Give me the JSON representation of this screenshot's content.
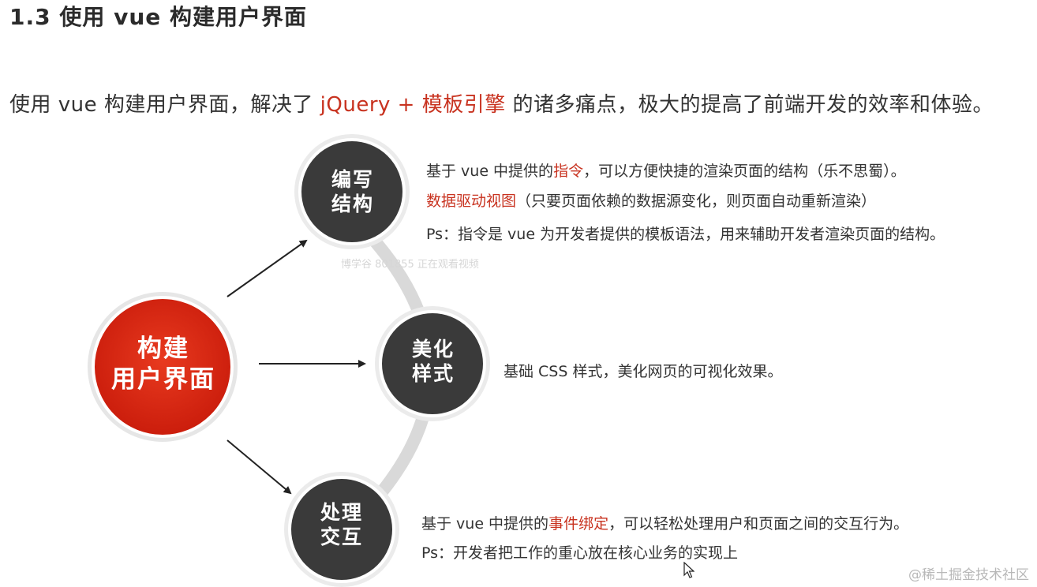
{
  "title": "1.3 使用 vue 构建用户界面",
  "intro": {
    "before": "使用 vue 构建用户界面，解决了 ",
    "highlight": "jQuery + 模板引擎",
    "after": " 的诸多痛点，极大的提高了前端开发的效率和体验。"
  },
  "main_node": {
    "line1": "构建",
    "line2": "用户界面"
  },
  "nodes": [
    {
      "line1": "编写",
      "line2": "结构",
      "desc": [
        {
          "before": "基于 vue 中提供的",
          "highlight": "指令",
          "after": "，可以方便快捷的渲染页面的结构（乐不思蜀）。"
        },
        {
          "before": "",
          "highlight": "数据驱动视图",
          "after": "（只要页面依赖的数据源变化，则页面自动重新渲染）"
        },
        {
          "before": "Ps：指令是 vue 为开发者提供的模板语法，用来辅助开发者渲染页面的结构。",
          "highlight": "",
          "after": ""
        }
      ]
    },
    {
      "line1": "美化",
      "line2": "样式",
      "desc": [
        {
          "before": "基础 CSS 样式，美化网页的可视化效果。",
          "highlight": "",
          "after": ""
        }
      ]
    },
    {
      "line1": "处理",
      "line2": "交互",
      "desc": [
        {
          "before": "基于 vue 中提供的",
          "highlight": "事件绑定",
          "after": "，可以轻松处理用户和页面之间的交互行为。"
        },
        {
          "before": "Ps：开发者把工作的重心放在核心业务的实现上",
          "highlight": "",
          "after": ""
        }
      ]
    }
  ],
  "watermark": "博学谷 801855 正在观看视频",
  "brand": "@稀土掘金技术社区",
  "colors": {
    "accent": "#c8321f",
    "node_fill": "#3a3a3a",
    "main_fill": "#d9220f",
    "arc": "#d9d9d9"
  }
}
